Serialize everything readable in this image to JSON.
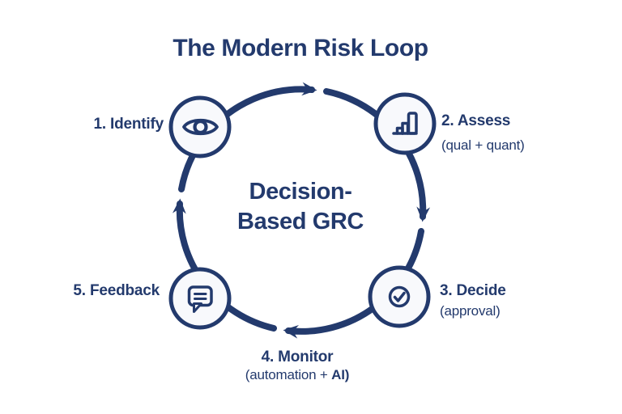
{
  "title": "The Modern Risk Loop",
  "center": {
    "line1": "Decision-",
    "line2": "Based GRC"
  },
  "steps": [
    {
      "label": "1. Identify",
      "sub_label": "",
      "icon": "eye-icon"
    },
    {
      "label": "2. Assess",
      "sub_label": "(qual + quant)",
      "icon": "bar-chart-icon"
    },
    {
      "label": "3. Decide",
      "sub_label": "(approval)",
      "icon": "check-circle-icon"
    },
    {
      "label": "4. Monitor",
      "sub_prefix": "(automation + ",
      "sub_bold": "AI)",
      "icon": ""
    },
    {
      "label": "5. Feedback",
      "sub_label": "",
      "icon": "speech-bubble-icon"
    }
  ],
  "loop": {
    "direction_icon": "clockwise-arrows",
    "arrow_count": 4
  },
  "colors": {
    "navy": "#233a6d",
    "node_fill": "#f8f9fc",
    "background": "#ffffff"
  }
}
